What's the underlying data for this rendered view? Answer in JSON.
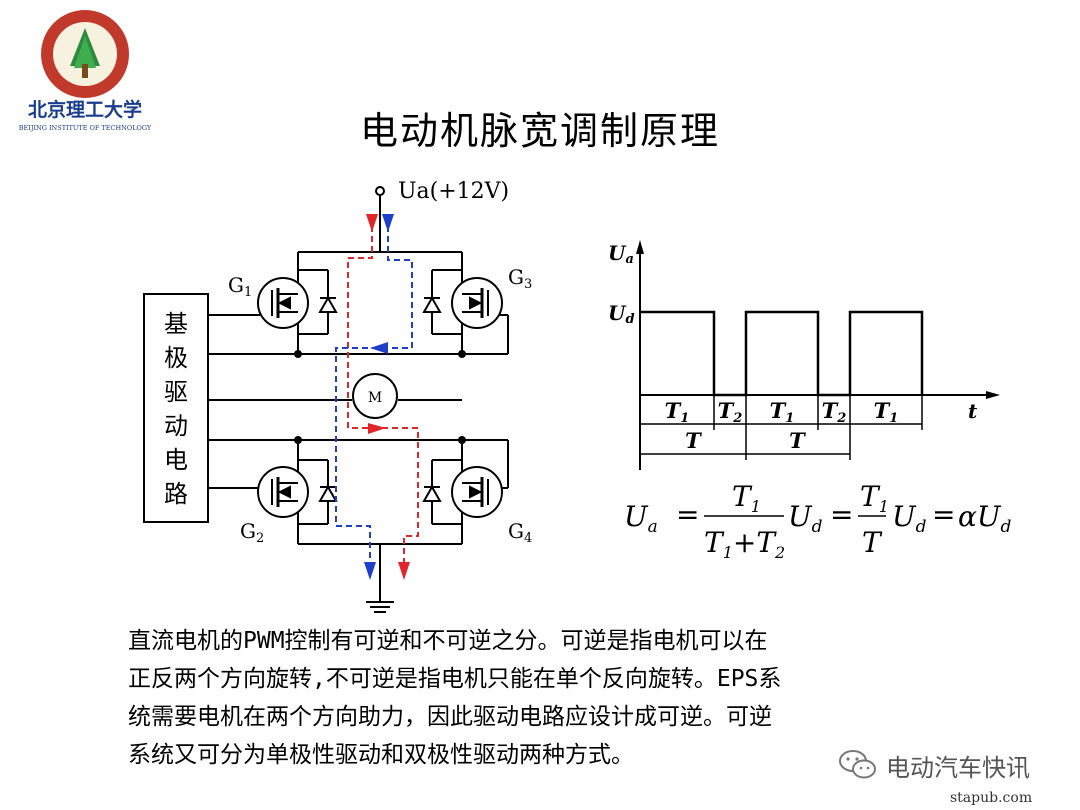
{
  "header": {
    "logo_text": "北京理工大学",
    "logo_subtitle": "BEIJING INSTITUTE OF TECHNOLOGY",
    "title": "电动机脉宽调制原理"
  },
  "circuit": {
    "supply_label": "Ua(+12V)",
    "driver_label": "基极驱动电路",
    "driver_chars": [
      "基",
      "极",
      "驱",
      "动",
      "电",
      "路"
    ],
    "g1": "G",
    "g1_sub": "1",
    "g2": "G",
    "g2_sub": "2",
    "g3": "G",
    "g3_sub": "3",
    "g4": "G",
    "g4_sub": "4",
    "motor": "M",
    "colors": {
      "red_path": "#e0262a",
      "blue_path": "#1f3fc8"
    }
  },
  "waveform": {
    "y_label": "U",
    "y_label_sub": "a",
    "level_label": "U",
    "level_label_sub": "d",
    "t_label": "t",
    "intervals": [
      {
        "label": "T",
        "sub": "1"
      },
      {
        "label": "T",
        "sub": "2"
      },
      {
        "label": "T",
        "sub": "1"
      },
      {
        "label": "T",
        "sub": "2"
      },
      {
        "label": "T",
        "sub": "1"
      }
    ],
    "period_labels": [
      "T",
      "T"
    ]
  },
  "formula": {
    "lhs": "U",
    "lhs_sub": "a",
    "eq": "=",
    "frac1_num": "T",
    "frac1_num_sub": "1",
    "frac1_den": "T",
    "frac1_den_sub1": "1",
    "plus": "+",
    "frac1_den2": "T",
    "frac1_den_sub2": "2",
    "ud": "U",
    "ud_sub": "d",
    "frac2_num": "T",
    "frac2_num_sub": "1",
    "frac2_den": "T",
    "alpha": "α"
  },
  "description": "直流电机的PWM控制有可逆和不可逆之分。可逆是指电机可以在\n正反两个方向旋转,不可逆是指电机只能在单个反向旋转。EPS系\n统需要电机在两个方向助力，因此驱动电路应设计成可逆。可逆\n系统又可分为单极性驱动和双极性驱动两种方式。",
  "watermark": {
    "icon": "wechat-icon",
    "text": "电动汽车快讯"
  },
  "site": "stapub.com"
}
